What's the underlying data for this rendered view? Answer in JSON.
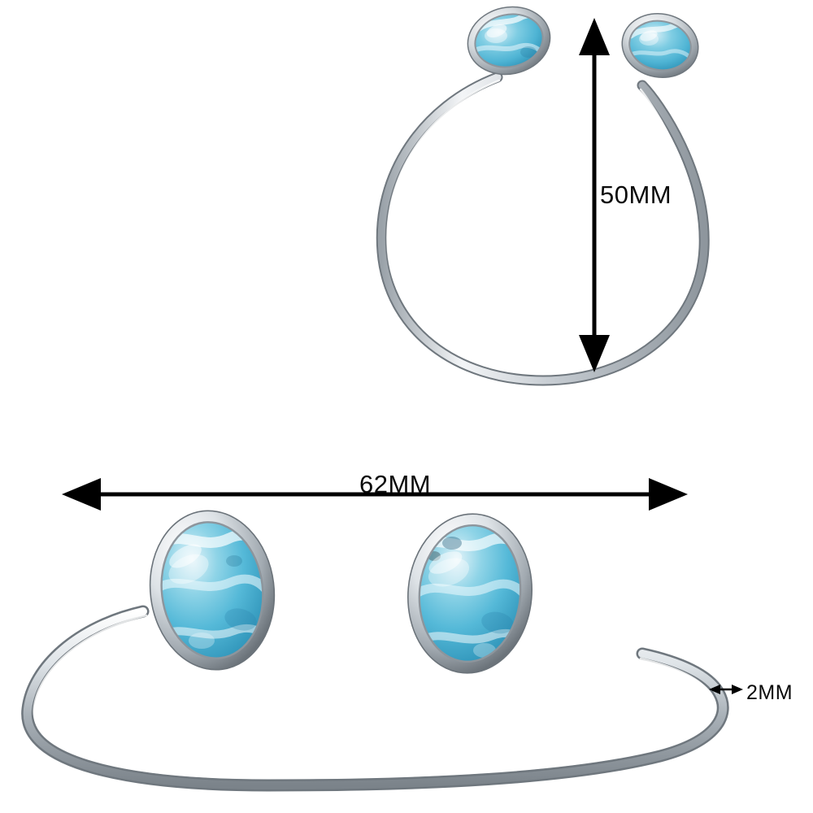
{
  "image": {
    "subject": "larimar-silver-cuff-bracelet-dimension-diagram",
    "background_color": "#ffffff",
    "metal_color": "#c9ced3",
    "metal_highlight": "#ffffff",
    "metal_shadow": "#7d858c",
    "stone_color": "#62c2dd",
    "stone_light": "#cfeaf2",
    "stone_dark": "#2a93b8",
    "stone_vein": "#ffffff",
    "annotation_color": "#000000"
  },
  "annotations": {
    "height": {
      "label": "50MM",
      "orientation": "vertical",
      "arrow": "double"
    },
    "width": {
      "label": "62MM",
      "orientation": "horizontal",
      "arrow": "double"
    },
    "thickness": {
      "label": "2MM",
      "orientation": "horizontal",
      "arrow": "double"
    }
  },
  "views": {
    "top": {
      "name": "top-view-open-cuff-bracelet",
      "stones": 2,
      "stone_shape": "oval-cabochon"
    },
    "bottom": {
      "name": "front-view-open-cuff-bracelet",
      "stones": 2,
      "stone_shape": "oval-cabochon"
    }
  }
}
